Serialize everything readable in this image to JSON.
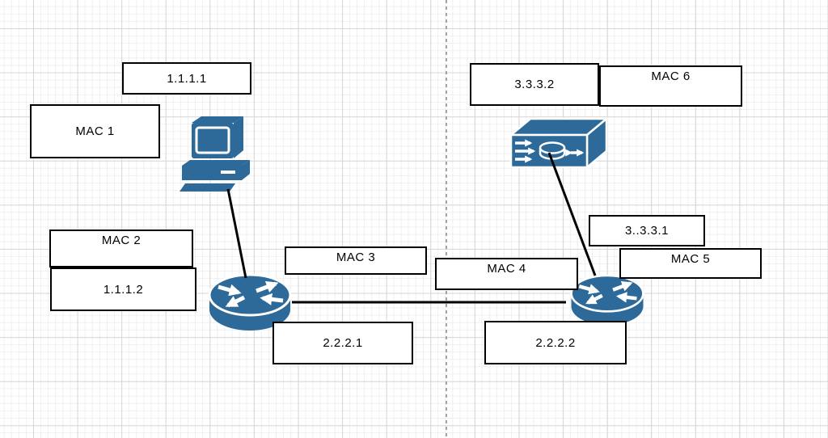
{
  "colors": {
    "device": "#2d6a99",
    "connector": "#000000",
    "divider": "#a3a3a3",
    "box_border": "#000000",
    "box_fill": "#ffffff"
  },
  "devices": {
    "pc": {
      "icon": "pc-icon"
    },
    "router_left": {
      "icon": "router-icon"
    },
    "router_right": {
      "icon": "router-icon"
    },
    "switch": {
      "icon": "switch-icon"
    }
  },
  "labels": {
    "ip_1_1_1_1": "1.1.1.1",
    "mac_1": "MAC 1",
    "mac_2": "MAC 2",
    "ip_1_1_1_2": "1.1.1.2",
    "mac_3": "MAC 3",
    "mac_4": "MAC 4",
    "ip_2_2_2_1": "2.2.2.1",
    "ip_2_2_2_2": "2.2.2.2",
    "ip_3_3_3_1": "3..3.3.1",
    "mac_5": "MAC 5",
    "ip_3_3_3_2": "3.3.3.2",
    "mac_6": "MAC 6"
  }
}
